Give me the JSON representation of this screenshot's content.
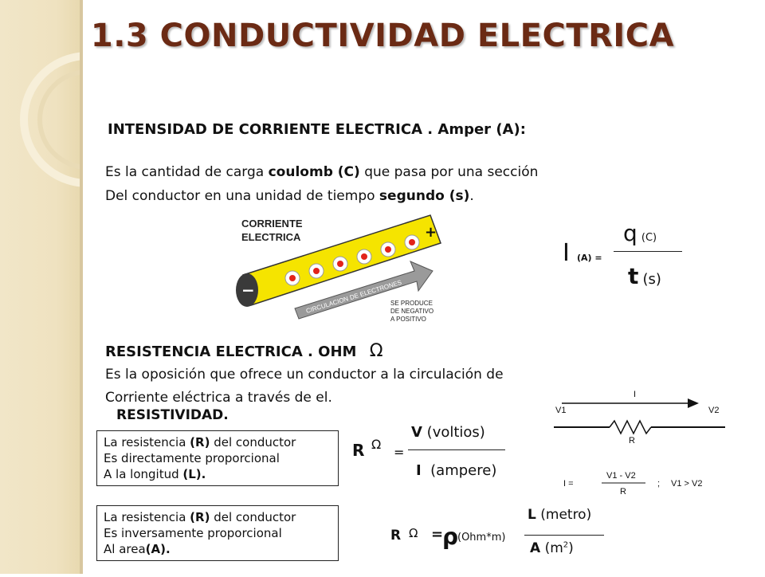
{
  "title": "1.3 CONDUCTIVIDAD ELECTRICA",
  "intensidad": {
    "heading": "INTENSIDAD DE CORRIENTE ELECTRICA . Amper (A):",
    "line1_a": "Es la cantidad de carga ",
    "line1_b": "coulomb (C)",
    "line1_c": " que pasa por una sección",
    "line2_a": "Del conductor en una unidad de tiempo ",
    "line2_b": "segundo (s)",
    "line2_c": "."
  },
  "diagram_current": {
    "label1": "CORRIENTE",
    "label2": "ELECTRICA",
    "arrow_text": "CIRCULACION DE ELECTRONES",
    "note1": "SE PRODUCE",
    "note2": "DE NEGATIVO",
    "note3": "A POSITIVO",
    "minus": "−",
    "plus": "+"
  },
  "formula_i": {
    "lhs": "I",
    "lhs_sub": "(A) =",
    "num": "q",
    "num_unit": "(C)",
    "den": "t",
    "den_unit": "(s)"
  },
  "resistencia": {
    "heading": "RESISTENCIA ELECTRICA .  OHM",
    "omega": "Ω",
    "line1": "Es la oposición que ofrece un conductor a la circulación de",
    "line2": "Corriente eléctrica a través de el."
  },
  "resistividad": {
    "heading": "RESISTIVIDAD."
  },
  "box1": {
    "l1_a": "La resistencia ",
    "l1_b": "(R)",
    "l1_c": " del conductor",
    "l2": "Es directamente proporcional",
    "l3_a": "A la longitud ",
    "l3_b": "(L)."
  },
  "box2": {
    "l1_a": "La resistencia ",
    "l1_b": "(R)",
    "l1_c": " del conductor",
    "l2": "Es inversamente proporcional",
    "l3_a": "Al area",
    "l3_b": "(A)."
  },
  "formula_r": {
    "lhs": "R",
    "omega": "Ω",
    "eq": "=",
    "num": "V",
    "num_unit": "(voltios)",
    "den": "I",
    "den_unit": "(ampere)"
  },
  "formula_rho": {
    "lhs": "R",
    "omega": "Ω",
    "eq": "=",
    "rho": "ρ",
    "rho_unit": "(Ohm*m)",
    "num": "L",
    "num_unit": "(metro)",
    "den": "A",
    "den_unit": "(m",
    "den_exp": "2",
    "den_close": ")"
  },
  "circuit": {
    "i_label": "I",
    "v1": "V1",
    "v2": "V2",
    "r_label": "R",
    "eq_lhs": "I =",
    "eq_num": "V1 - V2",
    "eq_den": "R",
    "cond": "V1 > V2",
    "sep": ";"
  }
}
